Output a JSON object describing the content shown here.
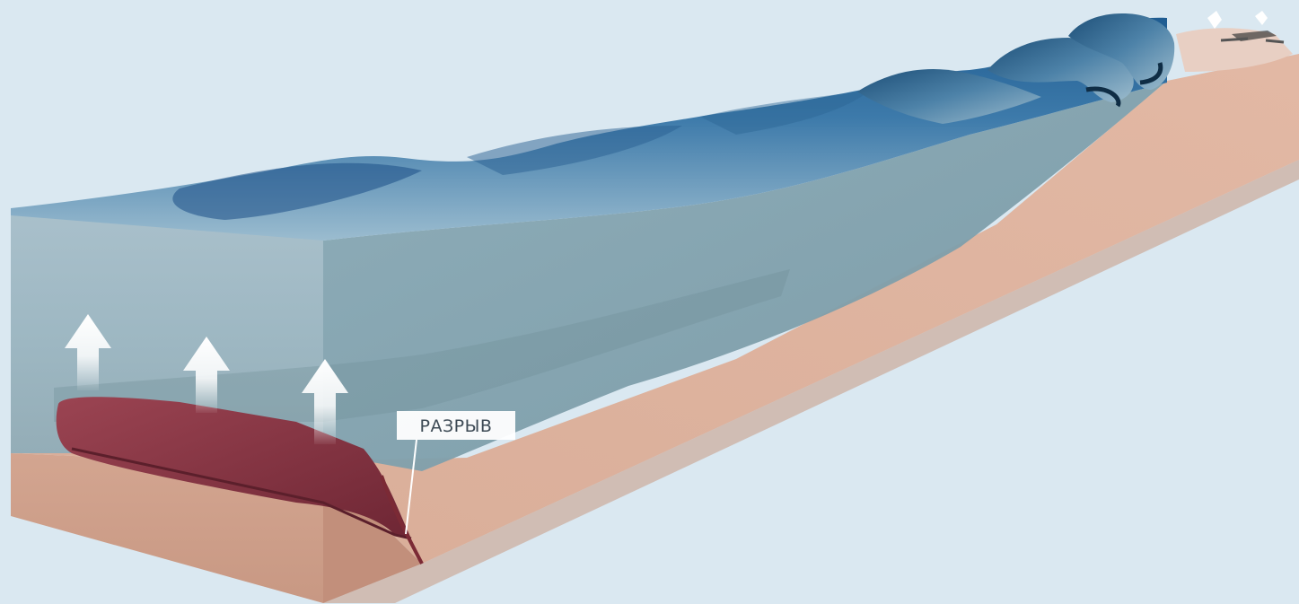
{
  "diagram": {
    "fault_label": "РАЗРЫВ",
    "uplift_arrows": 3,
    "crest_count": 6,
    "colors": {
      "background": "#dae8f1",
      "seabed": "#d7aa96",
      "seabed_side": "#c99882",
      "water_body": "#8fb0bd",
      "wave_dark": "#1f5f93",
      "wave_light": "#7fa9c6",
      "uplift_block": "#8a2f3f",
      "arrow": "#ffffff",
      "label_box": "#ffffff",
      "label_text": "#3d4a55"
    },
    "icons": {
      "arrow": "up-arrow-icon",
      "buildings": "coastal-buildings-icon"
    }
  }
}
